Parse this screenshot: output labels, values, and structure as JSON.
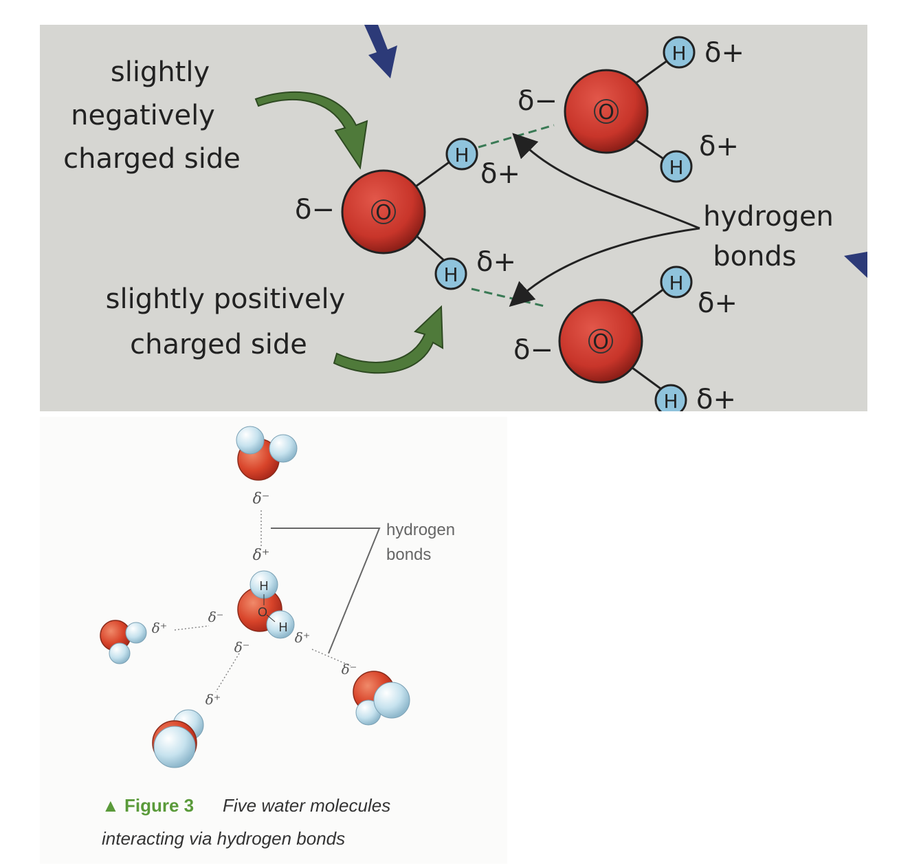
{
  "top_diagram": {
    "label_negative": [
      "slightly",
      "negatively",
      "charged side"
    ],
    "label_positive": [
      "slightly positively",
      "charged side"
    ],
    "label_hbonds": [
      "hydrogen",
      "bonds"
    ],
    "atom_o": "O",
    "atom_h": "H",
    "delta_minus": "δ−",
    "delta_plus": "δ+"
  },
  "bottom_diagram": {
    "hbonds_label": [
      "hydrogen",
      "bonds"
    ],
    "delta_minus": "δ⁻",
    "delta_plus": "δ⁺",
    "atom_h": "H",
    "atom_o": "O",
    "figure_label": "▲ Figure 3",
    "caption_line1": "Five water molecules",
    "caption_line2": "interacting via hydrogen bonds"
  },
  "colors": {
    "oxygen": "#c8352a",
    "hydrogen": "#8fc3dc",
    "arrow_green": "#4f7a3a",
    "bond_dash": "#3a7a55",
    "caption_green": "#5a9a3a"
  }
}
